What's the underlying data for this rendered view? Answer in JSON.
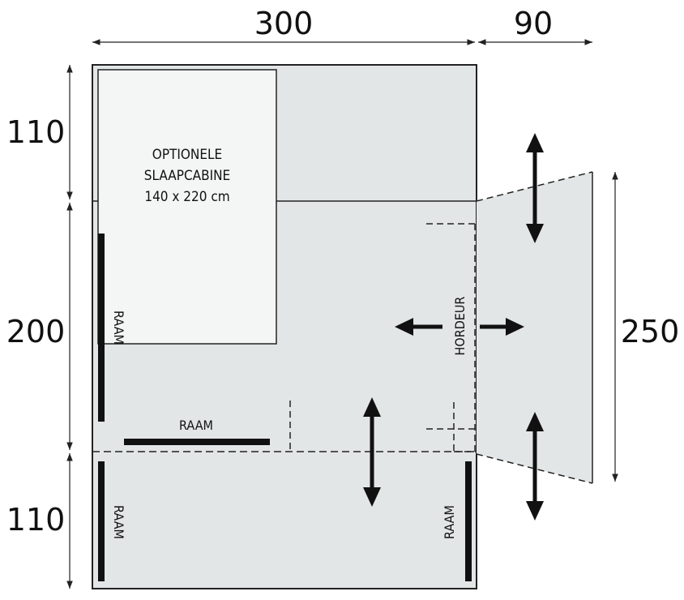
{
  "dimensions": {
    "top_width": "300",
    "top_extension": "90",
    "left_top": "110",
    "left_middle": "200",
    "left_bottom": "110",
    "right_annex": "250"
  },
  "sleeping_cabin": {
    "line1": "OPTIONELE",
    "line2": "SLAAPCABINE",
    "line3": "140 x 220 cm"
  },
  "labels": {
    "window": "RAAM",
    "screen_door": "HORDEUR"
  },
  "colors": {
    "floor_fill": "#e3e6e6",
    "cabin_fill": "#f4f5f5",
    "line": "#222222",
    "window_bar": "#111111"
  }
}
